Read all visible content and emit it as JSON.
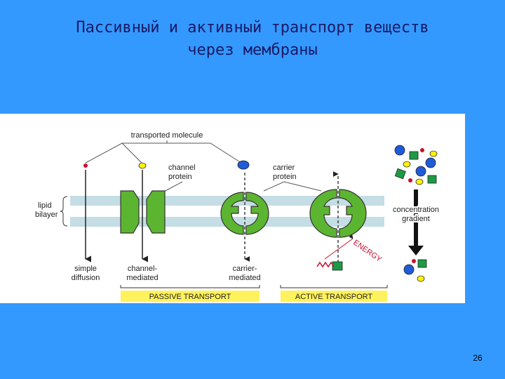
{
  "title": {
    "line1": "Пассивный и активный транспорт веществ",
    "line2": "через мембраны"
  },
  "diagram": {
    "transported_molecule": "transported molecule",
    "channel_protein": [
      "channel",
      "protein"
    ],
    "carrier_protein": [
      "carrier",
      "protein"
    ],
    "lipid_bilayer": [
      "lipid",
      "bilayer"
    ],
    "simple_diffusion": [
      "simple",
      "diffusion"
    ],
    "channel_mediated": [
      "channel-",
      "mediated"
    ],
    "carrier_mediated": [
      "carrier-",
      "mediated"
    ],
    "passive_transport": "PASSIVE TRANSPORT",
    "active_transport": "ACTIVE TRANSPORT",
    "energy": "ENERGY",
    "concentration_gradient": [
      "concentration",
      "gradient"
    ]
  },
  "colors": {
    "background": "#3399FF",
    "membrane": "#C5DDE4",
    "protein": "#5CB531",
    "label_band": "#FFF25C",
    "molecule_red": "#C8102E",
    "molecule_yellow": "#FFF200",
    "molecule_blue": "#1E5BD8",
    "molecule_green": "#1D9A45"
  },
  "page_number": "26"
}
